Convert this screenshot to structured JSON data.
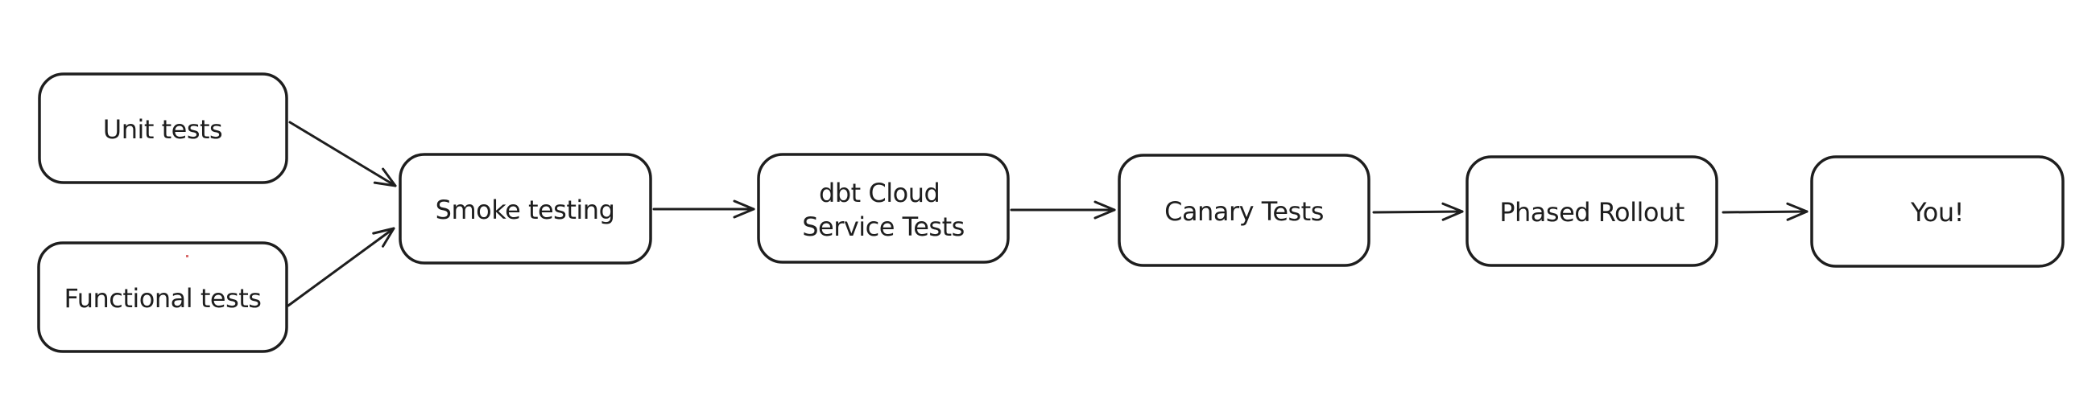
{
  "canvas": {
    "background": "#ffffff",
    "stroke_color": "#1e1e1e",
    "text_color": "#1e1e1e",
    "artifact_dot_color": "#d96c6c"
  },
  "diagram_type": "flowchart",
  "nodes": [
    {
      "id": "unit-tests",
      "label": "Unit tests"
    },
    {
      "id": "functional-tests",
      "label": "Functional tests"
    },
    {
      "id": "smoke-testing",
      "label": "Smoke testing"
    },
    {
      "id": "dbt-cloud-service-tests",
      "label_line1": "dbt Cloud",
      "label_line2": "Service Tests"
    },
    {
      "id": "canary-tests",
      "label": "Canary Tests"
    },
    {
      "id": "phased-rollout",
      "label": "Phased Rollout"
    },
    {
      "id": "you",
      "label": "You!"
    }
  ],
  "edges": [
    {
      "from": "unit-tests",
      "to": "smoke-testing"
    },
    {
      "from": "functional-tests",
      "to": "smoke-testing"
    },
    {
      "from": "smoke-testing",
      "to": "dbt-cloud-service-tests"
    },
    {
      "from": "dbt-cloud-service-tests",
      "to": "canary-tests"
    },
    {
      "from": "canary-tests",
      "to": "phased-rollout"
    },
    {
      "from": "phased-rollout",
      "to": "you"
    }
  ]
}
